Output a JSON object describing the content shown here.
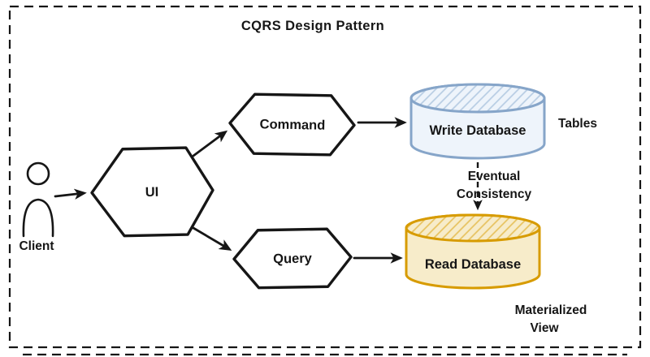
{
  "diagram": {
    "title": "CQRS Design Pattern",
    "client": {
      "label": "Client"
    },
    "ui": {
      "label": "UI"
    },
    "command": {
      "label": "Command"
    },
    "query": {
      "label": "Query"
    },
    "write_db": {
      "label": "Write Database",
      "side_label": "Tables"
    },
    "read_db": {
      "label": "Read Database",
      "side_label_line1": "Materialized",
      "side_label_line2": "View"
    },
    "consistency": {
      "line1": "Eventual",
      "line2": "Consistency"
    },
    "colors": {
      "write_db_stroke": "#86a5c9",
      "write_db_fill": "#eef4fb",
      "write_db_hatch": "#b7cce3",
      "read_db_stroke": "#d79b00",
      "read_db_fill": "#f7ecca",
      "read_db_hatch": "#e7c25e"
    }
  }
}
